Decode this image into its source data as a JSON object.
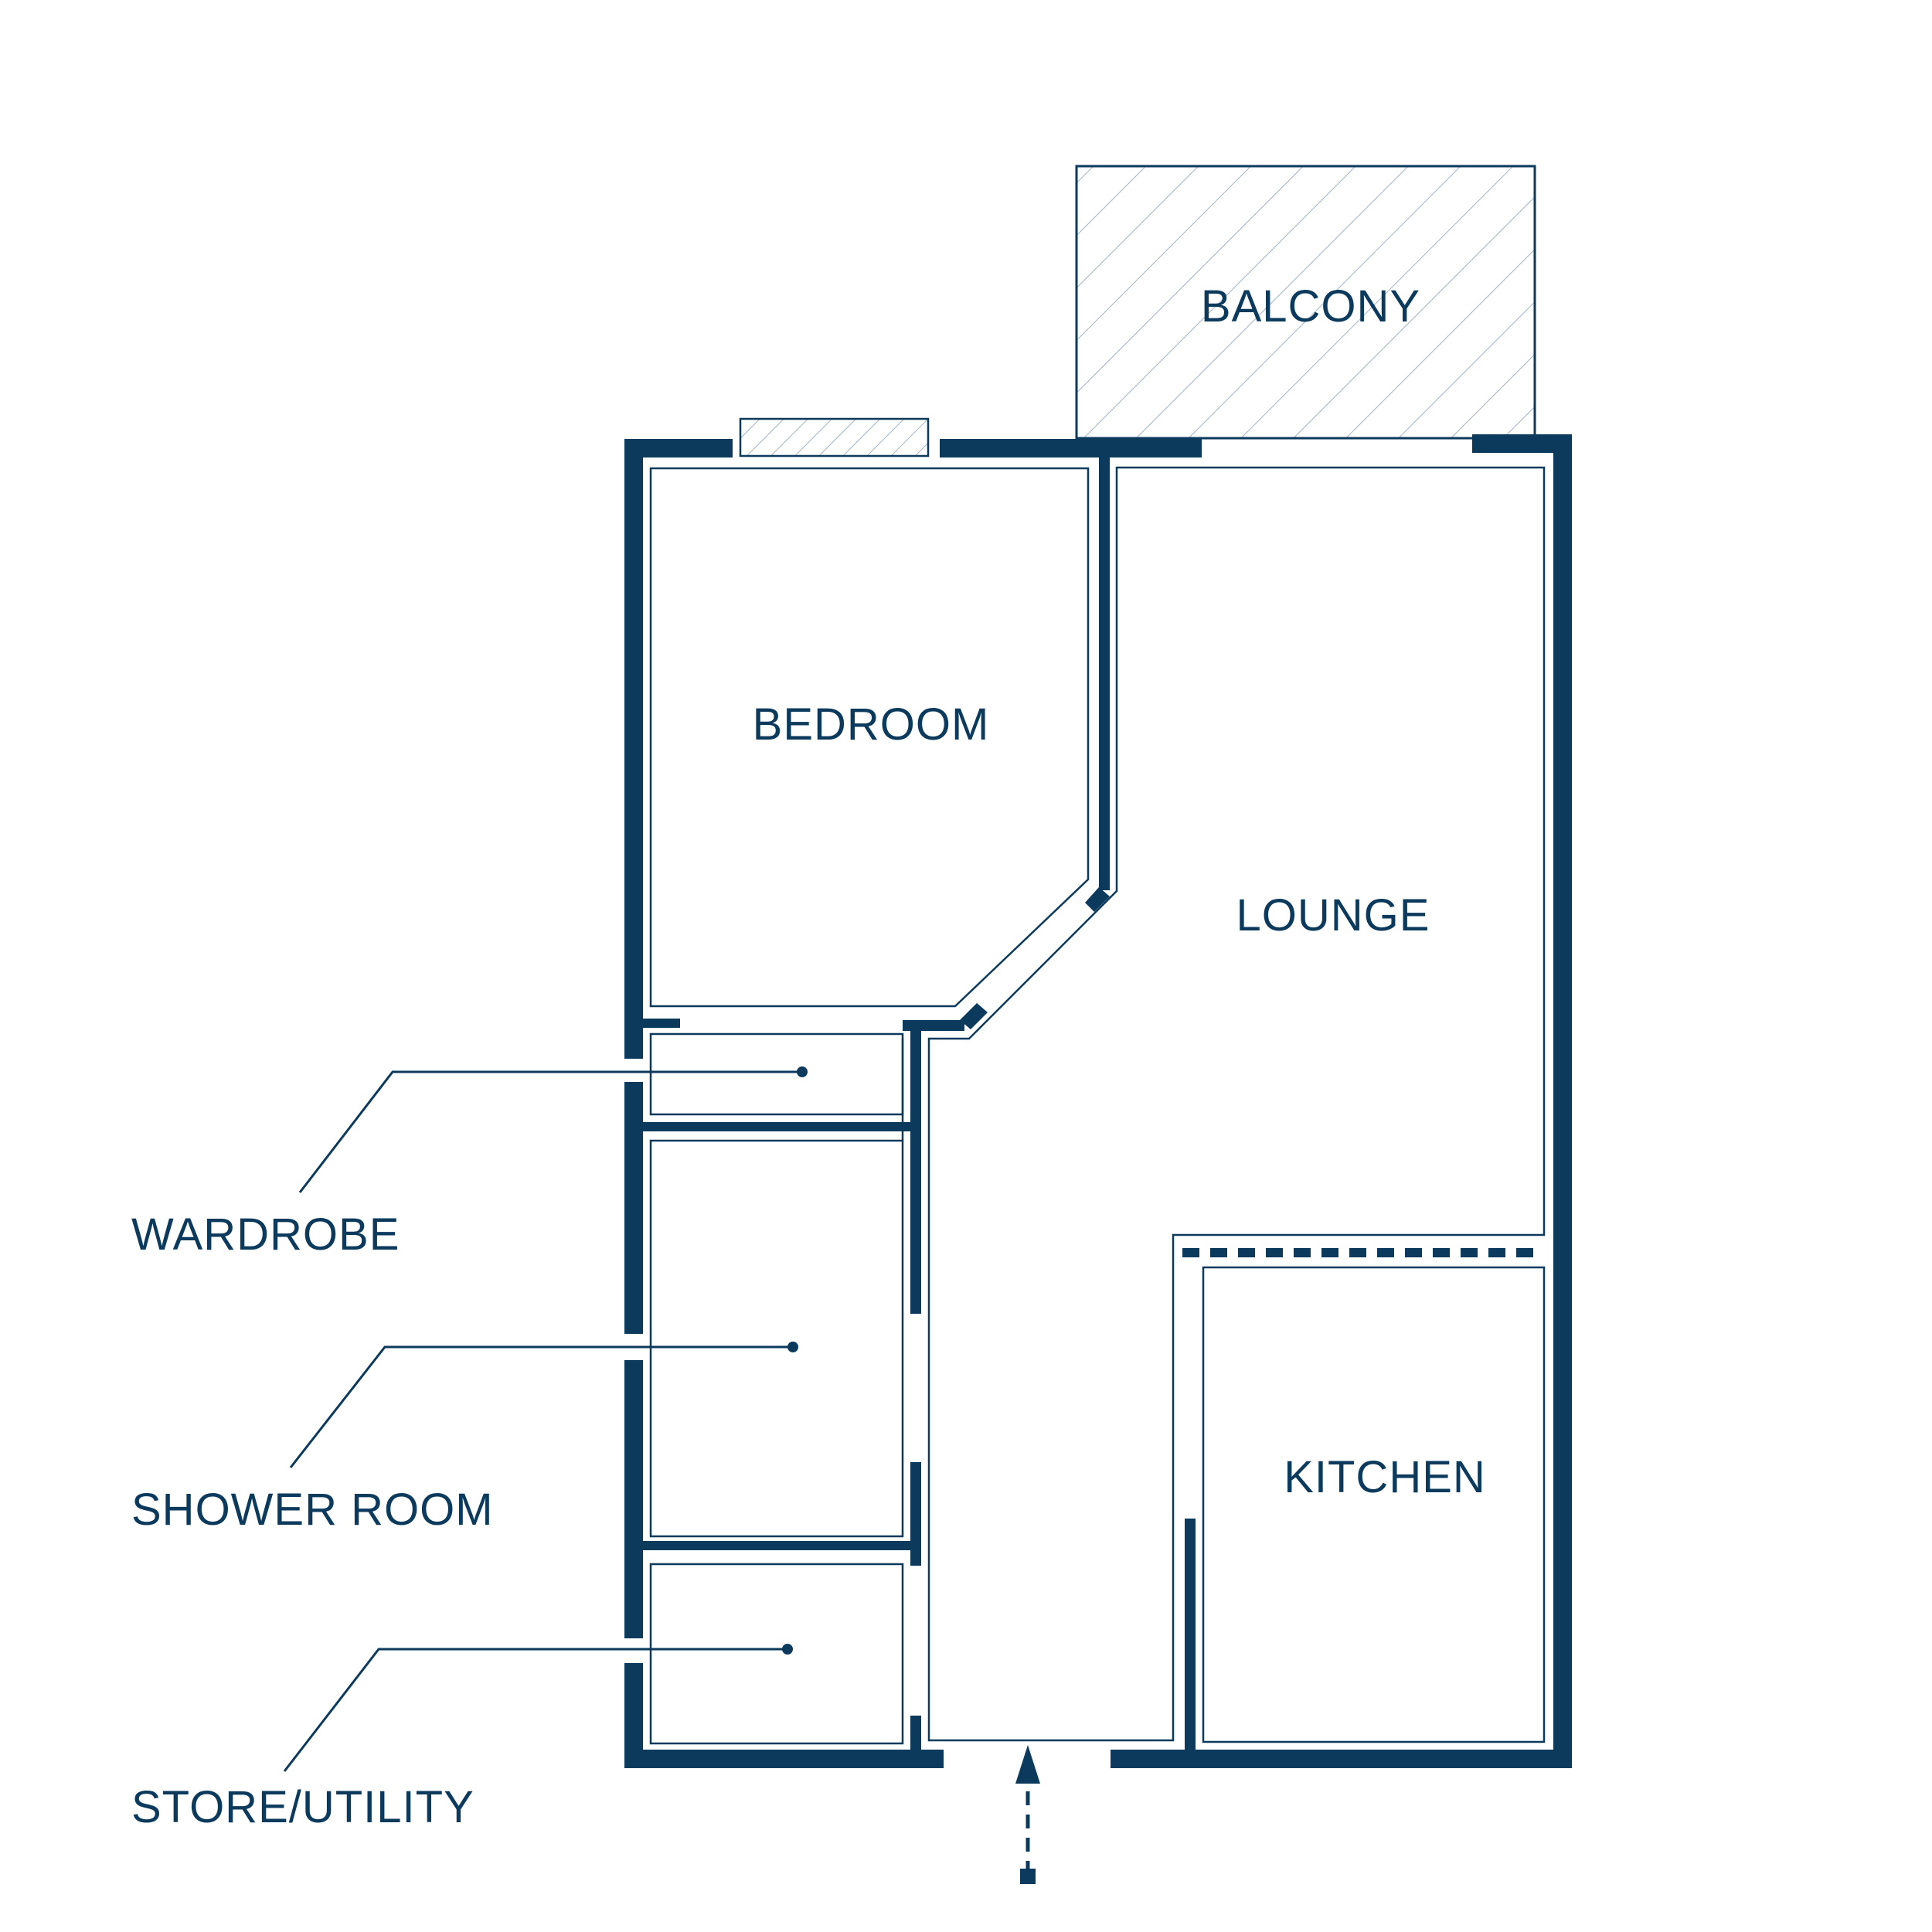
{
  "rooms": {
    "balcony": "BALCONY",
    "bedroom": "BEDROOM",
    "lounge": "LOUNGE",
    "kitchen": "KITCHEN"
  },
  "callouts": {
    "wardrobe": "WARDROBE",
    "shower_room": "SHOWER ROOM",
    "store_utility": "STORE/UTILITY"
  },
  "icons": [
    "entrance-arrow-icon"
  ],
  "colors": {
    "wall": "#0b3a5c",
    "hatch": "#9fb2c3",
    "background": "#ffffff"
  }
}
